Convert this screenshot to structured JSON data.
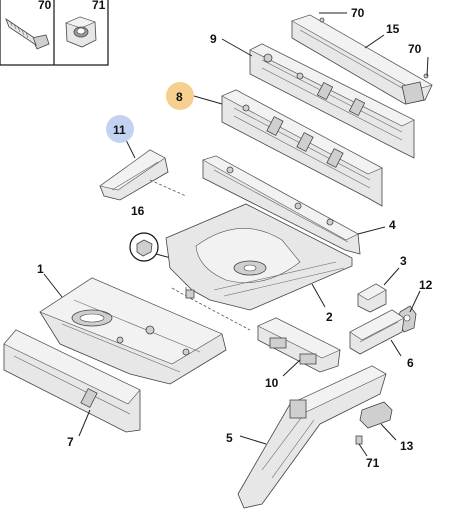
{
  "inset": {
    "left_label": "70",
    "right_label": "71"
  },
  "callouts": [
    {
      "id": "c70a",
      "label": "70",
      "highlight": ""
    },
    {
      "id": "c71a",
      "label": "71",
      "highlight": ""
    },
    {
      "id": "c15",
      "label": "15",
      "highlight": ""
    },
    {
      "id": "c9",
      "label": "9",
      "highlight": ""
    },
    {
      "id": "c70b",
      "label": "70",
      "highlight": ""
    },
    {
      "id": "c8",
      "label": "8",
      "highlight": "orange"
    },
    {
      "id": "c11",
      "label": "11",
      "highlight": "blue"
    },
    {
      "id": "c16",
      "label": "16",
      "highlight": ""
    },
    {
      "id": "c4",
      "label": "4",
      "highlight": ""
    },
    {
      "id": "c1",
      "label": "1",
      "highlight": ""
    },
    {
      "id": "c3",
      "label": "3",
      "highlight": ""
    },
    {
      "id": "c12",
      "label": "12",
      "highlight": ""
    },
    {
      "id": "c2",
      "label": "2",
      "highlight": ""
    },
    {
      "id": "c6",
      "label": "6",
      "highlight": ""
    },
    {
      "id": "c10",
      "label": "10",
      "highlight": ""
    },
    {
      "id": "c7",
      "label": "7",
      "highlight": ""
    },
    {
      "id": "c5",
      "label": "5",
      "highlight": ""
    },
    {
      "id": "c13",
      "label": "13",
      "highlight": ""
    },
    {
      "id": "c71b",
      "label": "71",
      "highlight": ""
    }
  ],
  "colors": {
    "highlight_orange": "#f7cf8e",
    "highlight_blue": "#c4d2f2"
  },
  "icons": [
    "bolt-icon",
    "nut-icon"
  ]
}
